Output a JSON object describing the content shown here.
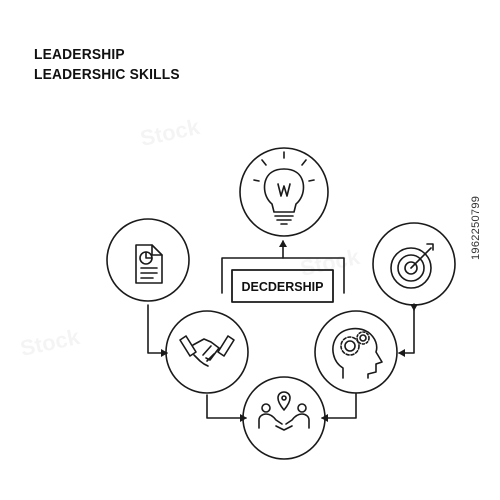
{
  "header": {
    "line1": "LEADERSHIP",
    "line2": "LEADERSHIC SKILLS"
  },
  "diagram": {
    "center_label": "DECDERSHIP",
    "stroke_color": "#1a1a1a",
    "nodes": [
      {
        "id": "idea",
        "icon": "lightbulb-icon"
      },
      {
        "id": "document",
        "icon": "document-chart-icon"
      },
      {
        "id": "target",
        "icon": "target-arrow-icon"
      },
      {
        "id": "handshake",
        "icon": "handshake-icon"
      },
      {
        "id": "mind",
        "icon": "head-gears-icon"
      },
      {
        "id": "team",
        "icon": "team-handshake-location-icon"
      }
    ]
  },
  "side_label": "1962250799",
  "watermark": "Stock"
}
